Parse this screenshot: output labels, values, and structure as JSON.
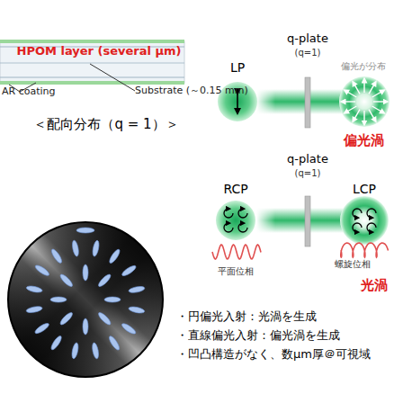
{
  "diagram": {
    "labels": [
      "HPOM layer (several μm)",
      "AR coating",
      "Substrate (～0.15 mm)",
      "＜配向分布（q = 1）＞",
      "LP",
      "q-plate",
      "(q=1)",
      "偏光が分布",
      "偏光渦",
      "RCP",
      "q-plate",
      "(q=1)",
      "LCP",
      "平面位相",
      "螺旋位相",
      "光渦",
      "・円偏光入射：光渦を生成",
      "・直線偏光入射：偏光渦を生成",
      "・凹凸構造がなく、数μm厚＠可視域"
    ]
  }
}
